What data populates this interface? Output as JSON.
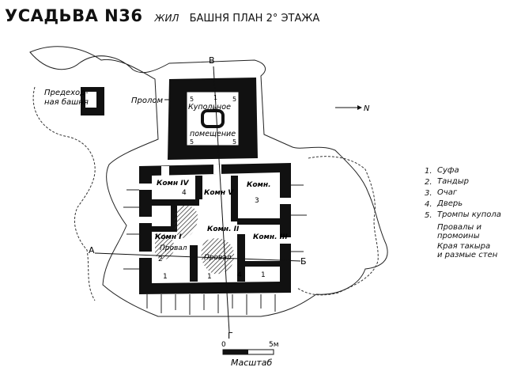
{
  "title": {
    "main": "УСАДЬВА N36",
    "sub": "ЖИЛ",
    "sub2": "БАШНЯ ПЛАН 2° ЭТАЖА"
  },
  "labels": {
    "north_letter": "В",
    "south_letter": "Г",
    "west_letter": "А",
    "east_letter": "Б",
    "north_arrow": "N",
    "proloм": "Пролом",
    "outpost_tower": "Предеход-\nная башня",
    "dome_room": "Купольное\nпомещение",
    "room_1": "Комн I",
    "room_2": "Комн. II",
    "room_3": "Комн. III",
    "room_4": "Комн IV",
    "room_5": "Комн V",
    "room_6": "Комн.",
    "proval_1": "Провал",
    "proval_2": "Провал",
    "scale_zero": "0",
    "scale_five": "5м",
    "scale_caption": "Масштаб"
  },
  "numbers": {
    "n1": "1",
    "n2": "2",
    "n3": "3",
    "n4": "4",
    "n5": "5"
  },
  "legend": [
    {
      "num": "1.",
      "text": "Суфа"
    },
    {
      "num": "2.",
      "text": "Тандыр"
    },
    {
      "num": "3.",
      "text": "Очаг"
    },
    {
      "num": "4.",
      "text": "Дверь"
    },
    {
      "num": "5.",
      "text": "Тромпы купола"
    },
    {
      "num": "",
      "text": "Провалы и\nпромоины"
    },
    {
      "num": "",
      "text": "Края такыра\nи размые стен"
    }
  ]
}
